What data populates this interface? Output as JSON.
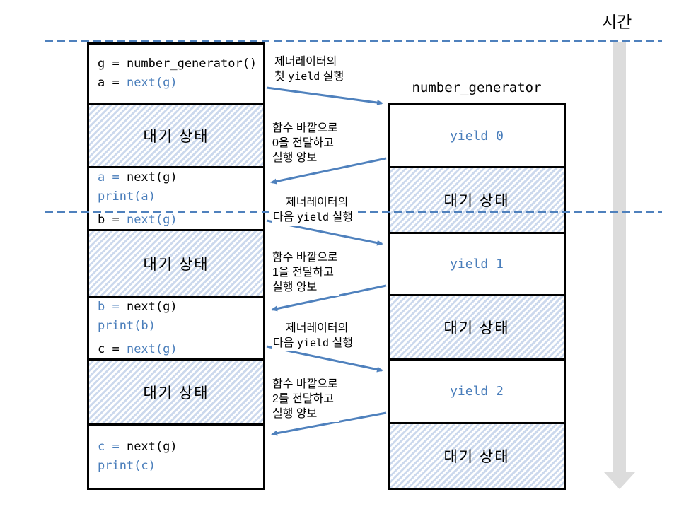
{
  "colors": {
    "accent_blue": "#4f81bd",
    "code_blue": "#4a7ebb",
    "hatch_stripe_blue": "#ccd9ed",
    "time_arrow_gray": "#dcdcdc",
    "border_black": "#000000"
  },
  "time_label": "시간",
  "wait_label": "대기 상태",
  "left_column": {
    "seg1": {
      "l1": "g = number_generator()",
      "l2_var": "a = ",
      "l2_call": "next(g)"
    },
    "seg3": {
      "l1_var": "a = ",
      "l1_call": "next(g)",
      "l2": "print(a)",
      "l3_var": "b = ",
      "l3_call": "next(g)"
    },
    "seg5": {
      "l1_var": "b = ",
      "l1_call": "next(g)",
      "l2": "print(b)",
      "l3_var": "c = ",
      "l3_call": "next(g)"
    },
    "seg7": {
      "l1_var": "c = ",
      "l1_call": "next(g)",
      "l2": "print(c)"
    }
  },
  "right_column": {
    "title": "number_generator",
    "yield0": "yield 0",
    "yield1": "yield 1",
    "yield2": "yield 2"
  },
  "flow_labels": {
    "first_yield": {
      "line1": "제너레이터의",
      "line2_pre": "첫 ",
      "line2_code": "yield",
      "line2_post": " 실행"
    },
    "pass0": {
      "line1": "함수 바깥으로",
      "line2": "0을 전달하고",
      "line3": "실행 양보"
    },
    "next_yield_1": {
      "line1": "제너레이터의",
      "line2_pre": "다음 ",
      "line2_code": "yield",
      "line2_post": " 실행"
    },
    "pass1": {
      "line1": "함수 바깥으로",
      "line2": "1을 전달하고",
      "line3": "실행 양보"
    },
    "next_yield_2": {
      "line1": "제너레이터의",
      "line2_pre": "다음 ",
      "line2_code": "yield",
      "line2_post": " 실행"
    },
    "pass2": {
      "line1": "함수 바깥으로",
      "line2": "2를 전달하고",
      "line3": "실행 양보"
    }
  }
}
